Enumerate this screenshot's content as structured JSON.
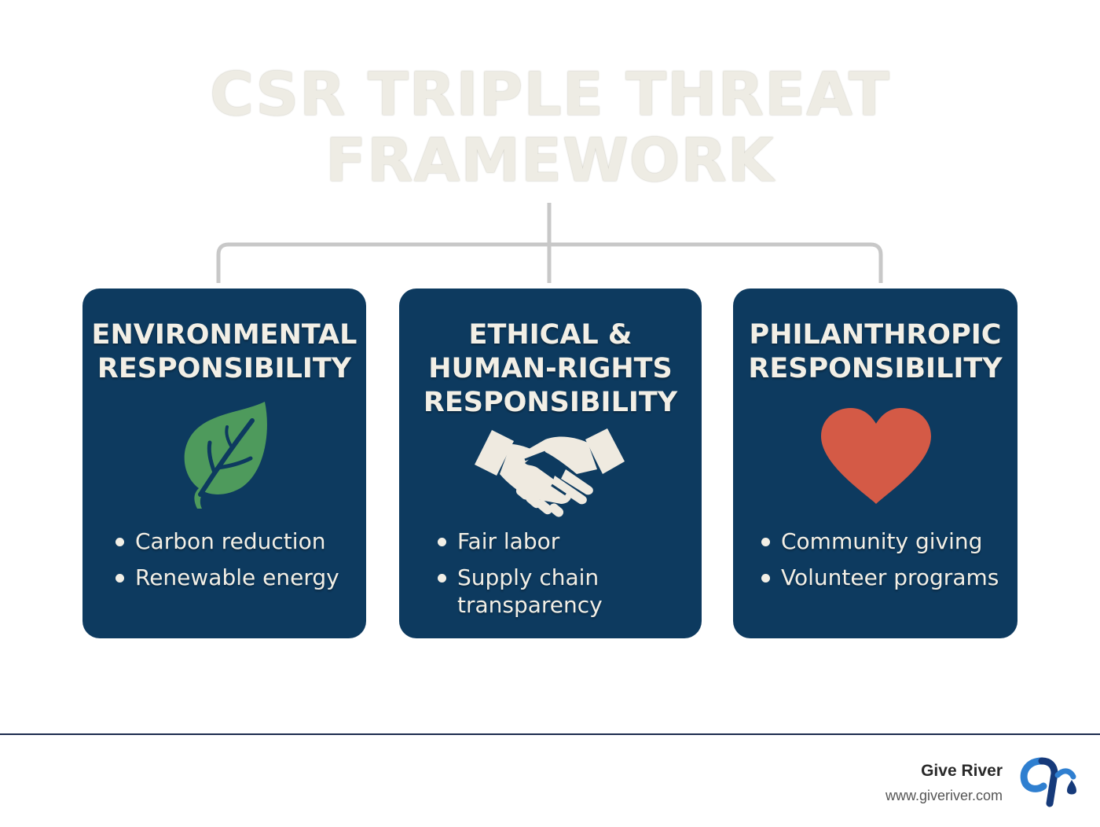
{
  "title": {
    "line1": "CSR TRIPLE THREAT",
    "line2": "FRAMEWORK"
  },
  "cards": [
    {
      "title_lines": [
        "ENVIRONMENTAL",
        "RESPONSIBILITY"
      ],
      "icon": "leaf-icon",
      "bullets": [
        [
          "Carbon reduction"
        ],
        [
          "Renewable energy"
        ]
      ]
    },
    {
      "title_lines": [
        "ETHICAL &",
        "HUMAN-RIGHTS",
        "RESPONSIBILITY"
      ],
      "icon": "handshake-icon",
      "bullets": [
        [
          "Fair labor"
        ],
        [
          "Supply chain",
          "transparency"
        ]
      ]
    },
    {
      "title_lines": [
        "PHILANTHROPIC",
        "RESPONSIBILITY"
      ],
      "icon": "heart-icon",
      "bullets": [
        [
          "Community giving"
        ],
        [
          "Volunteer programs"
        ]
      ]
    }
  ],
  "footer": {
    "brand": "Give River",
    "url": "www.giveriver.com"
  },
  "colors": {
    "card_bg": "#0d3a5f",
    "leaf": "#4e9a5c",
    "heart": "#d45a46",
    "handshake": "#efeae0",
    "connector": "#c8c8c8"
  }
}
